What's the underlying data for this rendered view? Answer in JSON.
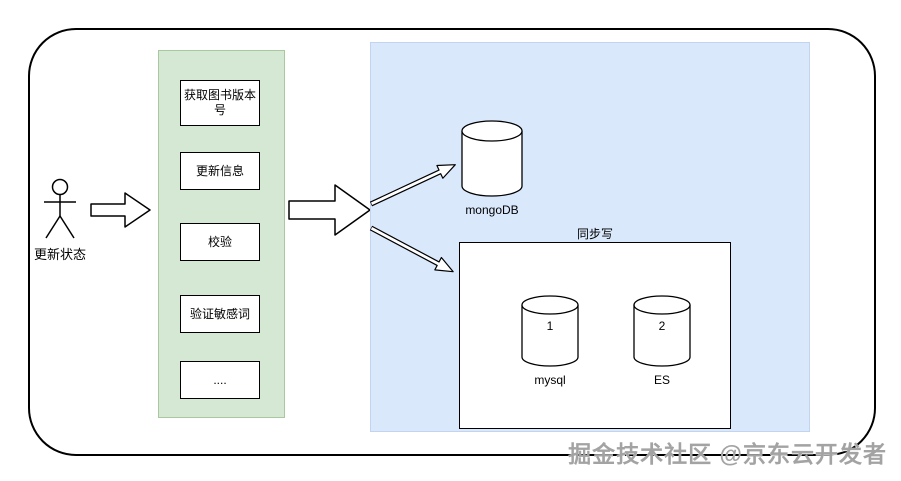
{
  "actor": {
    "label": "更新状态"
  },
  "flow": {
    "steps": [
      "获取图书版本号",
      "更新信息",
      "校验",
      "验证敏感词",
      "...."
    ]
  },
  "storage": {
    "mongodb": "mongoDB",
    "sync_label": "同步写",
    "databases": [
      {
        "number": "1",
        "name": "mysql"
      },
      {
        "number": "2",
        "name": "ES"
      }
    ]
  },
  "watermark": "掘金技术社区 @京东云开发者",
  "colors": {
    "panel_green": "#d5e8d4",
    "panel_blue": "#dae8fc",
    "border": "#000000",
    "watermark": "#a3a3a3"
  }
}
